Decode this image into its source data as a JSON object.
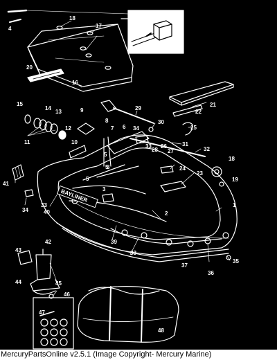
{
  "diagram": {
    "part_callouts": [
      "1",
      "2",
      "3",
      "3",
      "4",
      "5",
      "5",
      "5",
      "6",
      "7",
      "8",
      "9",
      "10",
      "11",
      "12",
      "13",
      "14",
      "15",
      "16",
      "17",
      "18",
      "18",
      "19",
      "20",
      "21",
      "22",
      "23",
      "24",
      "25",
      "26",
      "27",
      "28",
      "29",
      "30",
      "31",
      "32",
      "33",
      "33",
      "34",
      "34",
      "35",
      "36",
      "37",
      "38",
      "39",
      "40",
      "41",
      "42",
      "43",
      "44",
      "45",
      "46",
      "47",
      "48"
    ],
    "hull_brand": "BAYLINER",
    "colors": {
      "background": "#000000",
      "line_art": "#ffffff",
      "footer_bg": "#ffffff",
      "footer_text": "#000000"
    }
  },
  "footer": {
    "caption": "MercuryPartsOnline v2.5.1 (Image Copyright- Mercury Marine)"
  }
}
